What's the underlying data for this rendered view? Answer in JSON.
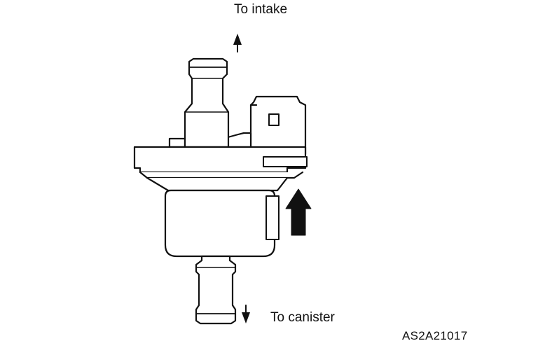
{
  "labels": {
    "to_intake": "To intake",
    "to_canister": "To canister",
    "figure_code": "AS2A21017"
  },
  "colors": {
    "line": "#111111",
    "fill": "#ffffff",
    "arrow": "#111111"
  }
}
